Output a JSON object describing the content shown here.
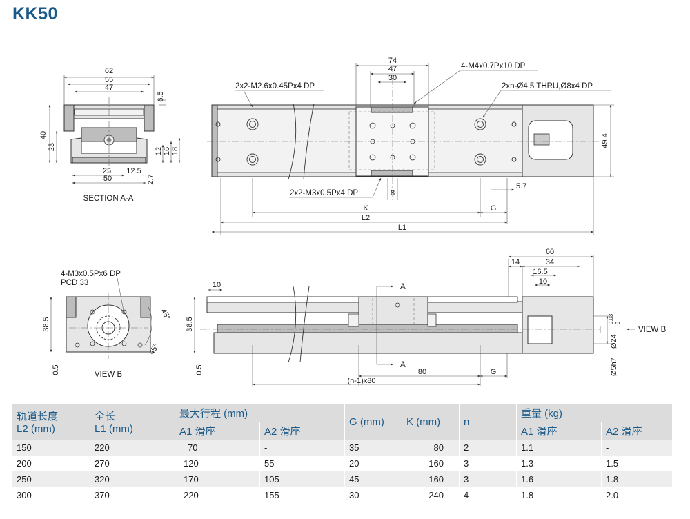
{
  "title": "KK50",
  "labels": {
    "section_aa": "SECTION A-A",
    "view_b": "VIEW B",
    "view_b_arrow": "VIEW B",
    "a_top": "A",
    "a_bottom": "A",
    "m26": "2x2-M2.6x0.45Px4 DP",
    "m4": "4-M4x0.7Px10 DP",
    "thru": "2xn-Ø4.5 THRU,Ø8x4 DP",
    "m3": "2x2-M3x0.5Px4 DP",
    "m3pcd_1": "4-M3x0.5Px6 DP",
    "m3pcd_2": "PCD 33"
  },
  "dims_section": {
    "d62": "62",
    "d55": "55",
    "d47": "47",
    "d65": "6.5",
    "d40": "40",
    "d23": "23",
    "d12": "12",
    "d16": "16",
    "d18": "18",
    "d25": "25",
    "d125": "12.5",
    "d50": "50",
    "d27": "2.7"
  },
  "dims_top": {
    "d74": "74",
    "d47": "47",
    "d30": "30",
    "d8": "8",
    "d494": "49.4",
    "d57": "5.7",
    "K": "K",
    "G": "G",
    "L2": "L2",
    "L1": "L1"
  },
  "dims_viewb": {
    "d385": "38.5",
    "d05": "0.5",
    "a45a": "45°",
    "a45b": "45°"
  },
  "dims_side": {
    "d10a": "10",
    "d385": "38.5",
    "d05": "0.5",
    "d60": "60",
    "d14": "14",
    "d34": "34",
    "d165": "16.5",
    "d10b": "10",
    "d80": "80",
    "G": "G",
    "n80": "(n-1)x80",
    "d24": "Ø24",
    "d24tol_up": "+0.03",
    "d24tol_lo": "+0",
    "d5h7": "Ø5h7"
  },
  "table": {
    "headers": {
      "rail_len_1": "轨道长度",
      "rail_len_2": "L2 (mm)",
      "total_len_1": "全长",
      "total_len_2": "L1 (mm)",
      "max_stroke": "最大行程 (mm)",
      "a1": "A1 滑座",
      "a2": "A2 滑座",
      "g": "G (mm)",
      "k": "K (mm)",
      "n": "n",
      "weight": "重量 (kg)",
      "w_a1": "A1 滑座",
      "w_a2": "A2 滑座"
    },
    "rows": [
      {
        "l2": "150",
        "l1": "220",
        "s1": "70",
        "s2": "-",
        "g": "35",
        "k": "80",
        "n": "2",
        "w1": "1.1",
        "w2": "-"
      },
      {
        "l2": "200",
        "l1": "270",
        "s1": "120",
        "s2": "55",
        "g": "20",
        "k": "160",
        "n": "3",
        "w1": "1.3",
        "w2": "1.5"
      },
      {
        "l2": "250",
        "l1": "320",
        "s1": "170",
        "s2": "105",
        "g": "45",
        "k": "160",
        "n": "3",
        "w1": "1.6",
        "w2": "1.8"
      },
      {
        "l2": "300",
        "l1": "370",
        "s1": "220",
        "s2": "155",
        "g": "30",
        "k": "240",
        "n": "4",
        "w1": "1.8",
        "w2": "2.0"
      }
    ]
  }
}
